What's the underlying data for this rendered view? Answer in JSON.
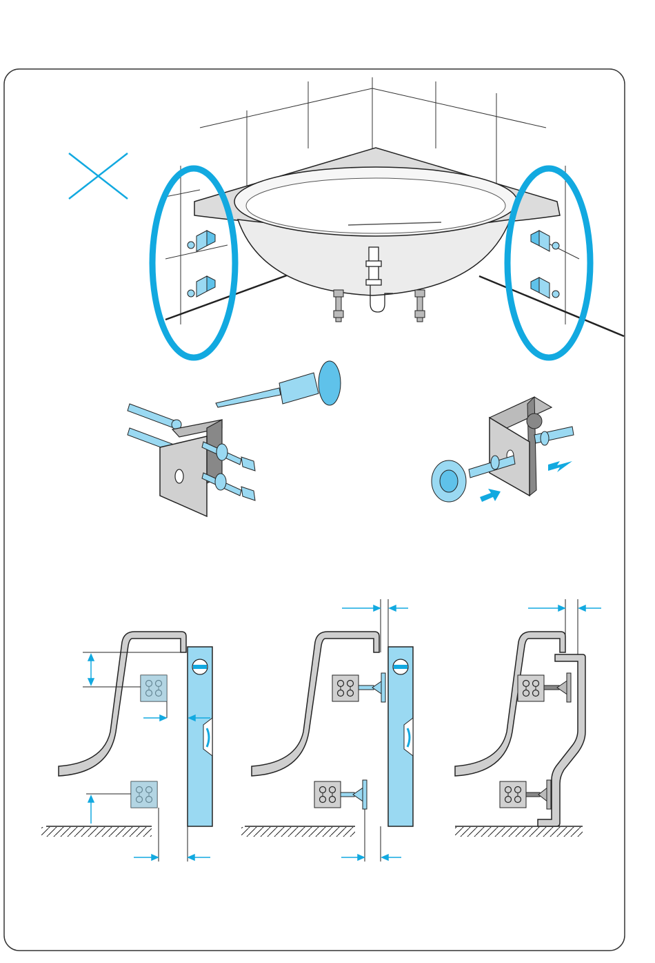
{
  "colors": {
    "accent": "#12a9e0",
    "accent_light": "#9ad9f2",
    "panel_gray": "#d0d0d0",
    "dark_gray": "#777777",
    "line": "#222222",
    "frame": "#333333"
  },
  "icons": {
    "marker": "x-mark-icon",
    "arrows": "arrow-icon",
    "fixing_kit": "bracket-fixing-kit-icon",
    "drill": "drill-bit-icon",
    "foot": "adjustable-foot-icon"
  },
  "steps": [
    {
      "id": "step-level-check",
      "name": "spirit-level-check"
    },
    {
      "id": "step-feet-install",
      "name": "feet-adjustment"
    },
    {
      "id": "step-panel-fit",
      "name": "front-panel-fit"
    }
  ]
}
